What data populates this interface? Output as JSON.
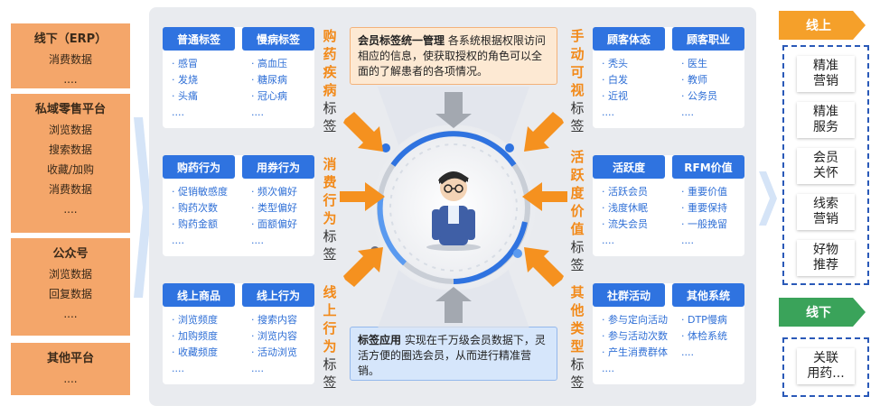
{
  "sources": [
    {
      "title": "线下（ERP）",
      "lines": [
        "消费数据",
        "...."
      ]
    },
    {
      "title": "私域零售平台",
      "lines": [
        "浏览数据",
        "搜索数据",
        "收藏/加购",
        "消费数据",
        "...."
      ]
    },
    {
      "title": "公众号",
      "lines": [
        "浏览数据",
        "回复数据",
        "...."
      ]
    },
    {
      "title": "其他平台",
      "lines": [
        "...."
      ]
    }
  ],
  "cards": {
    "a": {
      "chip1": "普通标签",
      "items1": [
        "· 感冒",
        "· 发烧",
        "· 头痛",
        "...."
      ],
      "chip2": "慢病标签",
      "items2": [
        "· 高血压",
        "· 糖尿病",
        "· 冠心病",
        "...."
      ]
    },
    "b": {
      "chip1": "购药行为",
      "items1": [
        "· 促销敏感度",
        "· 购药次数",
        "· 购药金额",
        "...."
      ],
      "chip2": "用券行为",
      "items2": [
        "· 频次偏好",
        "· 类型偏好",
        "· 面额偏好",
        "...."
      ]
    },
    "c": {
      "chip1": "线上商品",
      "items1": [
        "· 浏览频度",
        "· 加购频度",
        "· 收藏频度",
        "...."
      ],
      "chip2": "线上行为",
      "items2": [
        "· 搜索内容",
        "· 浏览内容",
        "· 活动浏览",
        "...."
      ]
    },
    "d": {
      "chip1": "顾客体态",
      "items1": [
        "· 秃头",
        "· 白发",
        "· 近视",
        "...."
      ],
      "chip2": "顾客职业",
      "items2": [
        "· 医生",
        "· 教师",
        "· 公务员",
        "...."
      ]
    },
    "e": {
      "chip1": "活跃度",
      "items1": [
        "· 活跃会员",
        "· 浅度休眠",
        "· 流失会员",
        "...."
      ],
      "chip2": "RFM价值",
      "items2": [
        "· 重要价值",
        "· 重要保持",
        "· 一般挽留",
        "...."
      ]
    },
    "f": {
      "chip1": "社群活动",
      "items1": [
        "· 参与定向活动",
        "· 参与活动次数",
        "· 产生消费群体",
        "...."
      ],
      "chip2": "其他系统",
      "items2": [
        "· DTP慢病",
        "· 体检系统",
        "...."
      ]
    }
  },
  "vlabels": {
    "l1": {
      "orange": [
        "购",
        "药",
        "疾",
        "病"
      ],
      "grey": [
        "标",
        "签"
      ]
    },
    "l2": {
      "orange": [
        "消",
        "费",
        "行",
        "为"
      ],
      "grey": [
        "标",
        "签"
      ]
    },
    "l3": {
      "orange": [
        "线",
        "上",
        "行",
        "为"
      ],
      "grey": [
        "标",
        "签"
      ]
    },
    "r1": {
      "orange": [
        "手",
        "动",
        "可",
        "视"
      ],
      "grey": [
        "标",
        "签"
      ]
    },
    "r2": {
      "orange": [
        "活",
        "跃",
        "度",
        "价",
        "值"
      ],
      "grey": [
        "标",
        "签"
      ]
    },
    "r3": {
      "orange": [
        "其",
        "他",
        "类",
        "型"
      ],
      "grey": [
        "标",
        "签"
      ]
    }
  },
  "info_top": {
    "bold": "会员标签统一管理",
    "text": " 各系统根据权限访问相应的信息，使获取授权的角色可以全面的了解患者的各项情况。"
  },
  "info_bottom": {
    "bold": "标签应用",
    "text": " 实现在千万级会员数据下，灵活方便的圈选会员，从而进行精准营销。"
  },
  "right": {
    "online": "线上",
    "offline": "线下",
    "online_items": [
      "精准\n营销",
      "精准\n服务",
      "会员\n关怀",
      "线索\n营销",
      "好物\n推荐"
    ],
    "offline_items": [
      "关联\n用药..."
    ]
  },
  "colors": {
    "chip": "#2f73e0",
    "orange": "#f28a1a",
    "source": "#f4a66a",
    "online": "#f5a02a",
    "offline": "#3aa35a",
    "ring": "#2f73e0"
  }
}
